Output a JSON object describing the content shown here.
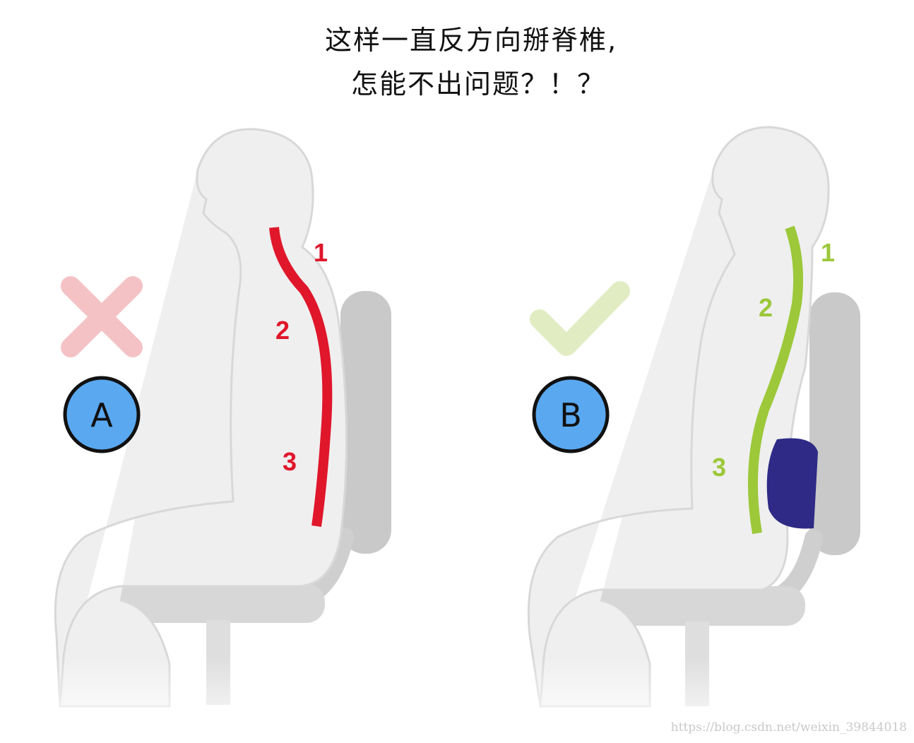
{
  "title": {
    "line1": "这样一直反方向掰脊椎,",
    "line2": "怎能不出问题？！？"
  },
  "panels": [
    {
      "id": "a",
      "badge": "A",
      "mark_icon": "cross-icon",
      "mark_color": "#f4c2c5",
      "spine_color": "#e0162b",
      "numbers": [
        "1",
        "2",
        "3"
      ]
    },
    {
      "id": "b",
      "badge": "B",
      "mark_icon": "check-icon",
      "mark_color": "#e1ecc2",
      "spine_color": "#9cc83a",
      "numbers": [
        "1",
        "2",
        "3"
      ],
      "cushion_color": "#2e2a86"
    }
  ],
  "badge_color": "#5aa8f0",
  "watermark": "https://blog.csdn.net/weixin_39844018"
}
